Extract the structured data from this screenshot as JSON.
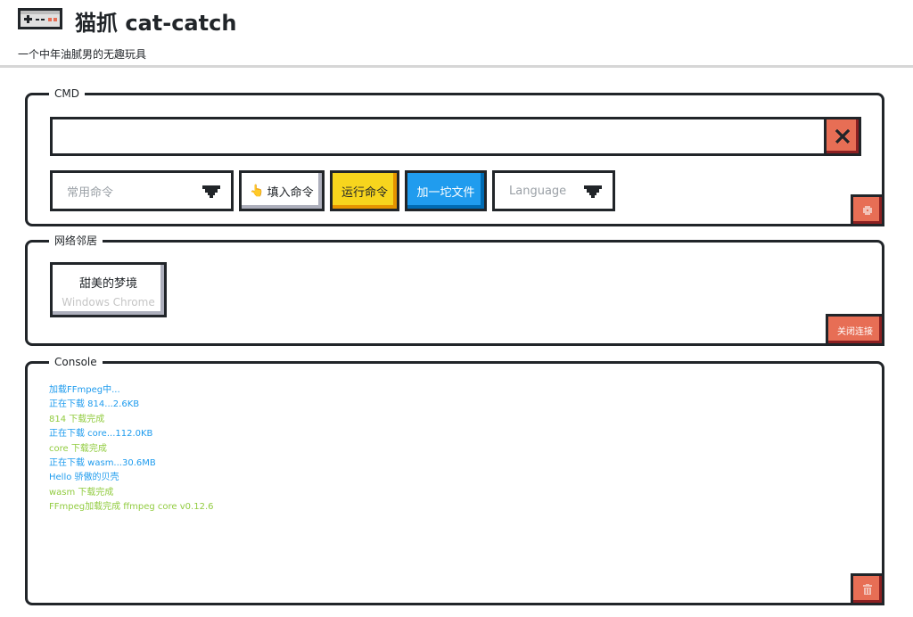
{
  "header": {
    "title": "猫抓 cat-catch",
    "tagline": "一个中年油腻男的无趣玩具"
  },
  "cmd": {
    "legend": "CMD",
    "input_value": "",
    "common_placeholder": "常用命令",
    "fill_label": "填入命令",
    "run_label": "运行命令",
    "add_label": "加一坨文件",
    "language_placeholder": "Language"
  },
  "network": {
    "legend": "网络邻居",
    "devices": [
      {
        "name": "甜美的梦境",
        "meta": "Windows Chrome"
      }
    ],
    "disconnect_label": "关闭连接"
  },
  "console": {
    "legend": "Console",
    "logs": [
      {
        "text": "加载FFmpeg中...",
        "kind": "info"
      },
      {
        "text": "正在下载 814...2.6KB",
        "kind": "info"
      },
      {
        "text": "814 下载完成",
        "kind": "ok"
      },
      {
        "text": "正在下载 core...112.0KB",
        "kind": "info"
      },
      {
        "text": "core 下载完成",
        "kind": "ok"
      },
      {
        "text": "正在下载 wasm...30.6MB",
        "kind": "info"
      },
      {
        "text": "Hello 骄傲的贝壳",
        "kind": "info"
      },
      {
        "text": "wasm 下载完成",
        "kind": "ok"
      },
      {
        "text": "FFmpeg加载完成 ffmpeg core v0.12.6",
        "kind": "ok"
      }
    ]
  },
  "icons": {
    "logo": "gamepad-icon",
    "clear": "close-icon",
    "cmd_corner": "gear-icon",
    "console_corner": "trash-icon",
    "fill": "pointing-hand-icon",
    "dropdown": "chevron-down-icon"
  },
  "colors": {
    "primary": "#209cee",
    "warning": "#f7d51d",
    "error": "#e76e55",
    "success": "#92cc41",
    "border": "#212529"
  }
}
